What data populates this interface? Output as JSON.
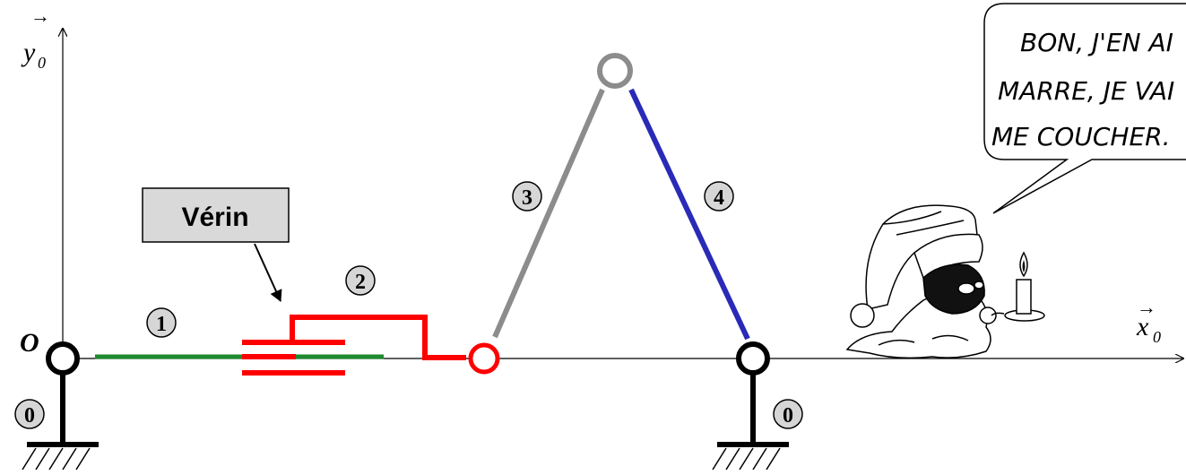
{
  "axes": {
    "origin_label": "O",
    "x_label": "x",
    "x_subscript": "0",
    "y_label": "y",
    "y_subscript": "0"
  },
  "parts": {
    "ground_left": "0",
    "ground_right": "0",
    "part_1": "1",
    "part_2": "2",
    "part_3": "3",
    "part_4": "4"
  },
  "callout": {
    "label": "Vérin"
  },
  "speech": {
    "line1": "BON, J'EN AI",
    "line2": "MARRE, JE VAI",
    "line3": "ME COUCHER."
  },
  "colors": {
    "ground": "#000000",
    "part_1": "#1e8a2e",
    "part_2": "#ff0000",
    "part_3": "#8c8c8c",
    "part_4": "#2a2ab8",
    "callout_fill": "#d9d9d9"
  }
}
